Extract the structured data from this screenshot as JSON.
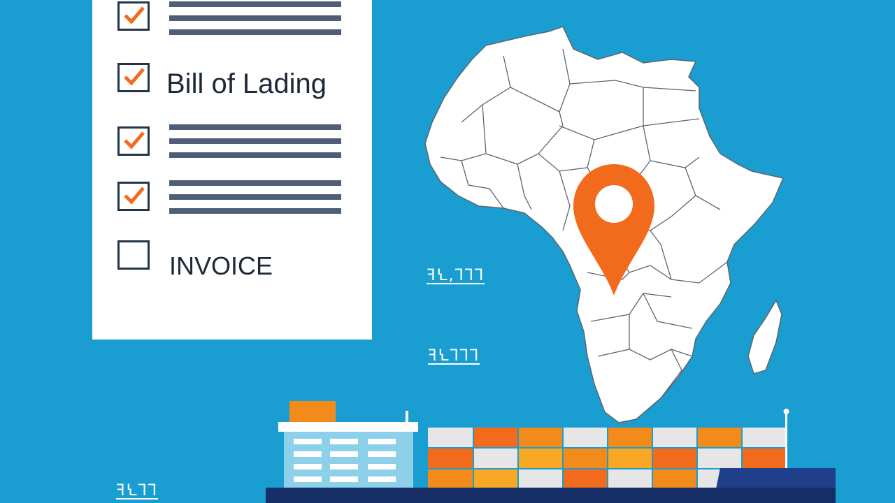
{
  "checklist": {
    "items": [
      {
        "checked": true,
        "label": ""
      },
      {
        "checked": true,
        "label": "Bill of Lading"
      },
      {
        "checked": true,
        "label": ""
      },
      {
        "checked": true,
        "label": ""
      },
      {
        "checked": false,
        "label": "INVOICE"
      }
    ]
  },
  "map": {
    "pin_color": "#f26b1d",
    "land_color": "#ffffff",
    "border_color": "#5a6570"
  },
  "decor_glyphs": [
    "ꟻꝆ,ꞀꞀꞀ",
    "ꟻꝆꞀꞀꞀ",
    "ꟻꝆꞀꞀ"
  ],
  "ship": {
    "hull_color": "#1f3f8a",
    "bridge_roof_color": "#f28b1a",
    "container_colors": [
      "#e8e8e8",
      "#f26b1d",
      "#f9a825"
    ]
  }
}
